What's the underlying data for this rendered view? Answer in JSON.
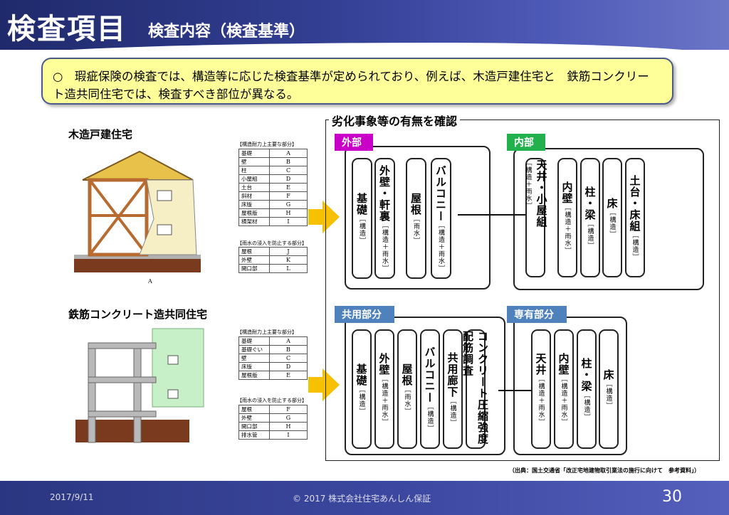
{
  "header": {
    "title": "検査項目",
    "subtitle": "検査内容（検査基準）"
  },
  "note": "○　瑕疵保険の検査では、構造等に応じた検査基準が定められており、例えば、木造戸建住宅と　鉄筋コンクリート造共同住宅では、検査すべき部位が異なる。",
  "wood": {
    "title": "木造戸建住宅",
    "structural_caption": "【構造耐力上主要な部分】",
    "structural": [
      [
        "基礎",
        "A"
      ],
      [
        "壁",
        "B"
      ],
      [
        "柱",
        "C"
      ],
      [
        "小屋組",
        "D"
      ],
      [
        "土台",
        "E"
      ],
      [
        "斜材",
        "F"
      ],
      [
        "床版",
        "G"
      ],
      [
        "屋根版",
        "H"
      ],
      [
        "横架材",
        "I"
      ]
    ],
    "rain_caption": "【雨水の浸入を防止する部分】",
    "rain": [
      [
        "屋根",
        "J"
      ],
      [
        "外壁",
        "K"
      ],
      [
        "開口部",
        "L"
      ]
    ]
  },
  "rc": {
    "title": "鉄筋コンクリート造共同住宅",
    "structural_caption": "【構造耐力上主要な部分】",
    "structural": [
      [
        "基礎",
        "A"
      ],
      [
        "基礎ぐい",
        "B"
      ],
      [
        "壁",
        "C"
      ],
      [
        "床版",
        "D"
      ],
      [
        "屋根版",
        "E"
      ]
    ],
    "rain_caption": "【雨水の浸入を防止する部分】",
    "rain": [
      [
        "屋根",
        "F"
      ],
      [
        "外壁",
        "G"
      ],
      [
        "開口部",
        "H"
      ],
      [
        "排水管",
        "I"
      ]
    ]
  },
  "diagram": {
    "title": "劣化事象等の有無を確認",
    "exterior": {
      "label": "外部",
      "parts": [
        {
          "main": "基礎",
          "sub": "［構造］"
        },
        {
          "main": "外壁・軒裏",
          "sub": "［構造＋雨水］"
        },
        {
          "main": "屋根",
          "sub": "［雨水］"
        },
        {
          "main": "バルコニー",
          "sub": "［構造＋雨水］"
        }
      ]
    },
    "interior": {
      "label": "内部",
      "parts": [
        {
          "main": "天井・小屋組",
          "sub": "［構造＋雨水］"
        },
        {
          "main": "内壁",
          "sub": "［構造＋雨水］"
        },
        {
          "main": "柱・梁",
          "sub": "［構造］"
        },
        {
          "main": "床",
          "sub": "［構造］"
        },
        {
          "main": "土台・床組",
          "sub": "［構造］"
        }
      ]
    },
    "common": {
      "label": "共用部分",
      "parts": [
        {
          "main": "基礎",
          "sub": "［構造］"
        },
        {
          "main": "外壁",
          "sub": "［構造＋雨水］"
        },
        {
          "main": "屋根",
          "sub": "［雨水］"
        },
        {
          "main": "バルコニー",
          "sub": "［構造］"
        },
        {
          "main": "共用廊下",
          "sub": "［構造］"
        },
        {
          "main": "コンクリート圧縮強度配筋調査",
          "sub": ""
        }
      ]
    },
    "private": {
      "label": "専有部分",
      "parts": [
        {
          "main": "天井",
          "sub": "［構造＋雨水］"
        },
        {
          "main": "内壁",
          "sub": "［構造＋雨水］"
        },
        {
          "main": "柱・梁",
          "sub": "［構造］"
        },
        {
          "main": "床",
          "sub": "［構造］"
        }
      ]
    }
  },
  "source": "（出典：国土交通省「改正宅地建物取引業法の施行に向けて　参考資料」）",
  "footer": {
    "date": "2017/9/11",
    "copyright": "© 2017 株式会社住宅あんしん保証",
    "page": "30"
  },
  "colors": {
    "exterior": "#c800c8",
    "interior": "#22b14c",
    "common": "#4f81bd",
    "private": "#4f81bd",
    "note_bg": "#ffff99",
    "header": "#333f93"
  }
}
